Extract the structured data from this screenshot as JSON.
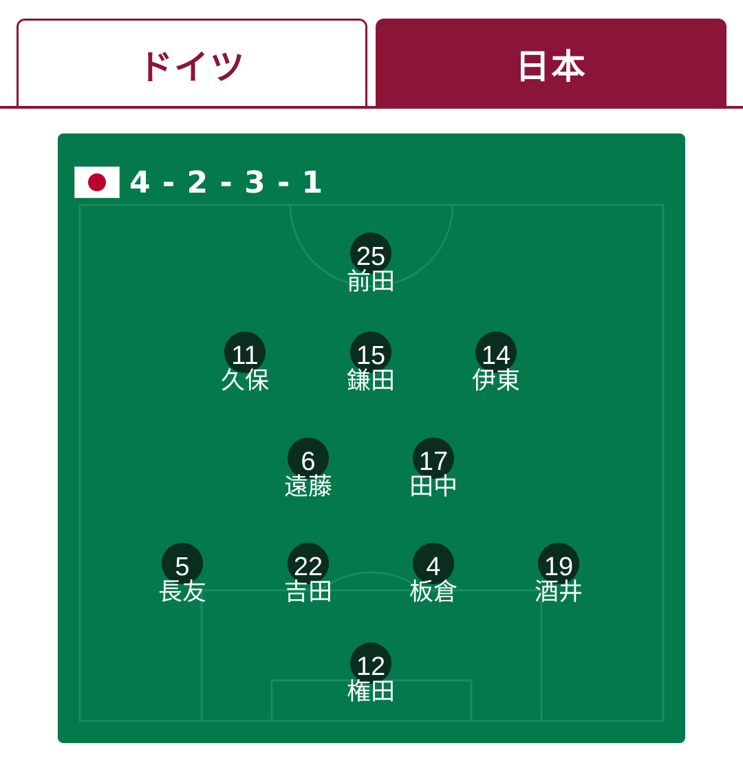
{
  "tabs": [
    {
      "label": "ドイツ",
      "active": false
    },
    {
      "label": "日本",
      "active": true
    }
  ],
  "colors": {
    "brand": "#8a1538",
    "pitch": "#03794c",
    "player_marker": "#0b2d1d",
    "flag_red": "#bc002d"
  },
  "lineup": {
    "team_flag_icon": "japan-flag-icon",
    "formation": "4 - 2 - 3 - 1",
    "players": [
      {
        "number": "25",
        "name": "前田"
      },
      {
        "number": "11",
        "name": "久保"
      },
      {
        "number": "15",
        "name": "鎌田"
      },
      {
        "number": "14",
        "name": "伊東"
      },
      {
        "number": "6",
        "name": "遠藤"
      },
      {
        "number": "17",
        "name": "田中"
      },
      {
        "number": "5",
        "name": "長友"
      },
      {
        "number": "22",
        "name": "吉田"
      },
      {
        "number": "4",
        "name": "板倉"
      },
      {
        "number": "19",
        "name": "酒井"
      },
      {
        "number": "12",
        "name": "権田"
      }
    ]
  }
}
